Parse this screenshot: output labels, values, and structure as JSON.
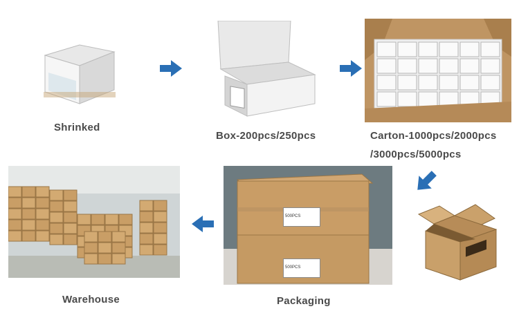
{
  "steps": [
    {
      "key": "shrinked",
      "caption": "Shrinked"
    },
    {
      "key": "box",
      "caption": "Box-200pcs/250pcs"
    },
    {
      "key": "carton",
      "caption_line1": "Carton-1000pcs/2000pcs",
      "caption_line2": "/3000pcs/5000pcs"
    },
    {
      "key": "packaging",
      "caption": "Packaging",
      "label_text": "500PCS"
    },
    {
      "key": "warehouse",
      "caption": "Warehouse"
    }
  ],
  "colors": {
    "arrow": "#2a6fb5",
    "caption": "#4a4a4a",
    "cardboard": "#c9a06a",
    "white_box": "#f2f2f2"
  },
  "icons": {
    "flow_arrow": "right-arrow-icon",
    "carton": "open-carton-icon"
  }
}
